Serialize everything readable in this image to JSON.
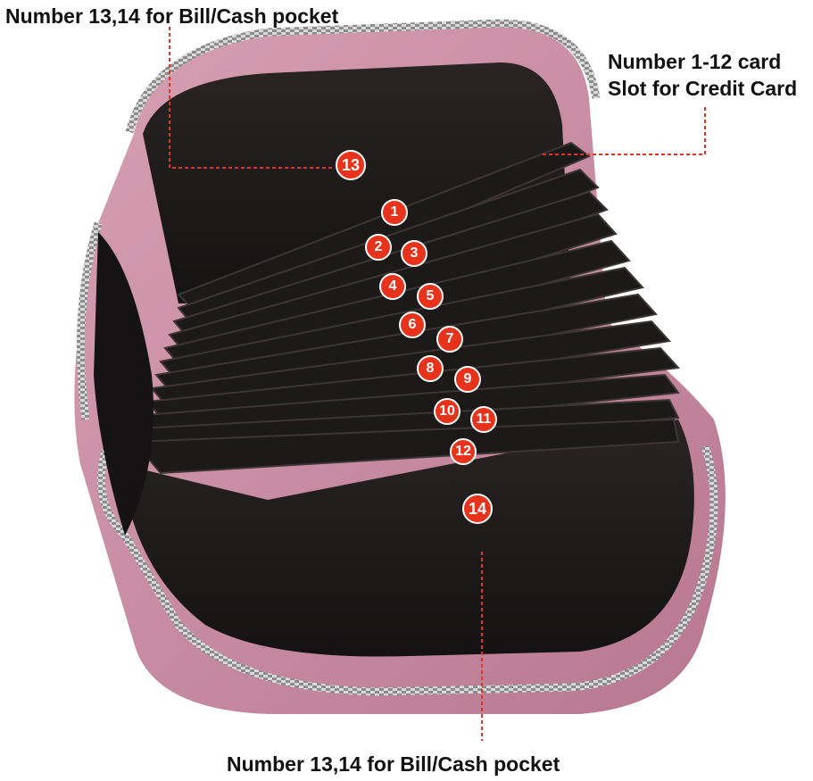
{
  "labels": {
    "top": "Number 13,14 for Bill/Cash pocket",
    "right_line1": "Number 1-12 card",
    "right_line2": "Slot for Credit Card",
    "bottom": "Number 13,14 for Bill/Cash pocket"
  },
  "badges": [
    "1",
    "2",
    "3",
    "4",
    "5",
    "6",
    "7",
    "8",
    "9",
    "10",
    "11",
    "12",
    "13",
    "14"
  ],
  "colors": {
    "leather": "#c98fa3",
    "interior": "#1a1717",
    "badge": "#e8331c",
    "leader": "#e0332a"
  }
}
